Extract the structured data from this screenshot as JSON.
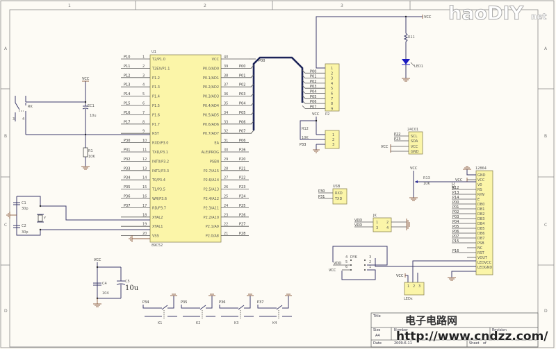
{
  "sheet": {
    "column_markers": [
      "1",
      "2",
      "3"
    ],
    "row_markers": [
      "A",
      "B",
      "C",
      "D"
    ]
  },
  "watermarks": {
    "top_right": "haoDIY",
    "top_right_suffix": "net",
    "title_cn": "电子电路网",
    "url": "http://www.cndzz.com/"
  },
  "mcu": {
    "designator": "U1",
    "part": "89C52",
    "left_pins": [
      {
        "num": "1",
        "name": "T2/P1.0",
        "net": "P10"
      },
      {
        "num": "2",
        "name": "T2EX/P1.1",
        "net": "P11"
      },
      {
        "num": "3",
        "name": "P1.2",
        "net": "P12"
      },
      {
        "num": "4",
        "name": "P1.3",
        "net": "P13"
      },
      {
        "num": "5",
        "name": "P1.4",
        "net": "P14"
      },
      {
        "num": "6",
        "name": "P1.5",
        "net": "P15"
      },
      {
        "num": "7",
        "name": "P1.6",
        "net": "P16"
      },
      {
        "num": "8",
        "name": "P1.7",
        "net": "P17"
      },
      {
        "num": "9",
        "name": "RST",
        "net": ""
      },
      {
        "num": "10",
        "name": "RXD/P3.0",
        "net": "P30"
      },
      {
        "num": "11",
        "name": "TXD/P3.1",
        "net": "P31"
      },
      {
        "num": "12",
        "name": "INT0/P3.2",
        "net": "P32"
      },
      {
        "num": "13",
        "name": "INT1/P3.3",
        "net": "P33"
      },
      {
        "num": "14",
        "name": "T0/P3.4",
        "net": "P34"
      },
      {
        "num": "15",
        "name": "T1/P3.5",
        "net": "P35"
      },
      {
        "num": "16",
        "name": "WR/P3.6",
        "net": "P36"
      },
      {
        "num": "17",
        "name": "RD/P3.7",
        "net": "P37"
      },
      {
        "num": "18",
        "name": "XTAL2",
        "net": ""
      },
      {
        "num": "19",
        "name": "XTAL1",
        "net": ""
      },
      {
        "num": "20",
        "name": "VSS",
        "net": ""
      }
    ],
    "right_pins": [
      {
        "num": "40",
        "name": "VCC",
        "net": ""
      },
      {
        "num": "39",
        "name": "P0.0/AD0",
        "net": "P00"
      },
      {
        "num": "38",
        "name": "P0.1/AD1",
        "net": "P01"
      },
      {
        "num": "37",
        "name": "P0.2/AD2",
        "net": "P02"
      },
      {
        "num": "36",
        "name": "P0.3/AD3",
        "net": "P03"
      },
      {
        "num": "35",
        "name": "P0.4/AD4",
        "net": "P04"
      },
      {
        "num": "34",
        "name": "P0.5/AD5",
        "net": "P05"
      },
      {
        "num": "33",
        "name": "P0.6/AD6",
        "net": "P06"
      },
      {
        "num": "32",
        "name": "P0.7/AD7",
        "net": "P07"
      },
      {
        "num": "31",
        "name": "EA",
        "net": "P06"
      },
      {
        "num": "30",
        "name": "ALE/PROG",
        "net": "P26"
      },
      {
        "num": "29",
        "name": "PSEN",
        "net": "P20"
      },
      {
        "num": "28",
        "name": "P2.7/A15",
        "net": "P21"
      },
      {
        "num": "27",
        "name": "P2.6/A14",
        "net": "P22"
      },
      {
        "num": "26",
        "name": "P2.5/A13",
        "net": "P23"
      },
      {
        "num": "25",
        "name": "P2.4/A12",
        "net": "P24"
      },
      {
        "num": "24",
        "name": "P2.3/A11",
        "net": "P25"
      },
      {
        "num": "23",
        "name": "P2.2/A10",
        "net": "P26"
      },
      {
        "num": "22",
        "name": "P2.1/A9",
        "net": "P27"
      },
      {
        "num": "21",
        "name": "P2.0/A8",
        "net": "P28"
      }
    ]
  },
  "reset": {
    "switch": "RK",
    "switch_pins": [
      "1",
      "2",
      "3",
      "4"
    ],
    "cap": "EC1",
    "cap_value": "10u",
    "res": "R1",
    "res_value": "10K",
    "vcc": "VCC"
  },
  "crystal": {
    "c1": "C1",
    "c1_value": "30p",
    "c2": "C2",
    "c2_value": "30p",
    "xtal": "Y"
  },
  "bus_label": "P00",
  "header_p2": {
    "designator": "P2",
    "pins": [
      "1",
      "2",
      "3",
      "4",
      "5",
      "6",
      "7",
      "8",
      "9"
    ],
    "nets": [
      "P00",
      "P01",
      "P02",
      "P03",
      "P04",
      "P05",
      "P06",
      "P07"
    ]
  },
  "header_p3": {
    "pins": [
      "1",
      "2",
      "3"
    ],
    "res": "R12",
    "res_value": "10K",
    "vcc": "VCC",
    "net": "P33"
  },
  "led_branch": {
    "vcc": "VCC",
    "res": "R11",
    "led": "LED1"
  },
  "eeprom": {
    "designator": "24C01",
    "pins": [
      "SCL",
      "SDA",
      "VCC",
      "GND"
    ],
    "nets": [
      "P22",
      "P23"
    ],
    "vcc": "VCC"
  },
  "lcd": {
    "designator": "12864",
    "pot": "R13",
    "pot_value": "10K",
    "pot_vcc": "VCC",
    "rail_label": "VCC",
    "pins": [
      "GND",
      "VCC",
      "V0",
      "RS",
      "R/W",
      "E",
      "DB0",
      "DB1",
      "DB2",
      "DB3",
      "DB4",
      "DB5",
      "DB6",
      "DB7",
      "PSB",
      "NC",
      "RST",
      "VOUT",
      "LEDVCC",
      "LEDGND"
    ],
    "nets": [
      "",
      "VCC",
      "",
      "P12",
      "P13",
      "P14",
      "P00",
      "P01",
      "P02",
      "P03",
      "P04",
      "P05",
      "P06",
      "P07",
      "P15",
      "",
      "P16",
      "",
      "",
      ""
    ]
  },
  "uart": {
    "designator": "USB",
    "pins": [
      "RXD",
      "TXD"
    ],
    "nets": [
      "P30",
      "P31"
    ]
  },
  "jp": {
    "designator": "JK",
    "pins": [
      "1",
      "2",
      "3",
      "4"
    ],
    "nets": [
      "VDD",
      "VDD"
    ]
  },
  "dpdt": {
    "designator": "DYK",
    "pins_left": [
      "4",
      "5",
      "6"
    ],
    "pins_right": [
      "3",
      "2",
      "1"
    ],
    "nets": [
      "VDD",
      "VCC"
    ]
  },
  "power_led": {
    "designator": "LEDx",
    "pins": [
      "1",
      "2",
      "3"
    ],
    "net": "VCC"
  },
  "decoupling": {
    "vcc": "VCC",
    "c4": "C4",
    "c4_value": "104",
    "c5": "C5",
    "c5_value": "10u"
  },
  "keys": [
    {
      "designator": "K1",
      "net": "P34"
    },
    {
      "designator": "K2",
      "net": "P35"
    },
    {
      "designator": "K3",
      "net": "P36"
    },
    {
      "designator": "K4",
      "net": "P37"
    }
  ],
  "title_block": {
    "title_label": "Title",
    "size_label": "Size",
    "size_value": "A4",
    "number_label": "Number",
    "revision_label": "Revision",
    "date_label": "Date",
    "date_value": "2009-6-11",
    "sheet_label": "Sheet",
    "sheet_value": "of"
  }
}
